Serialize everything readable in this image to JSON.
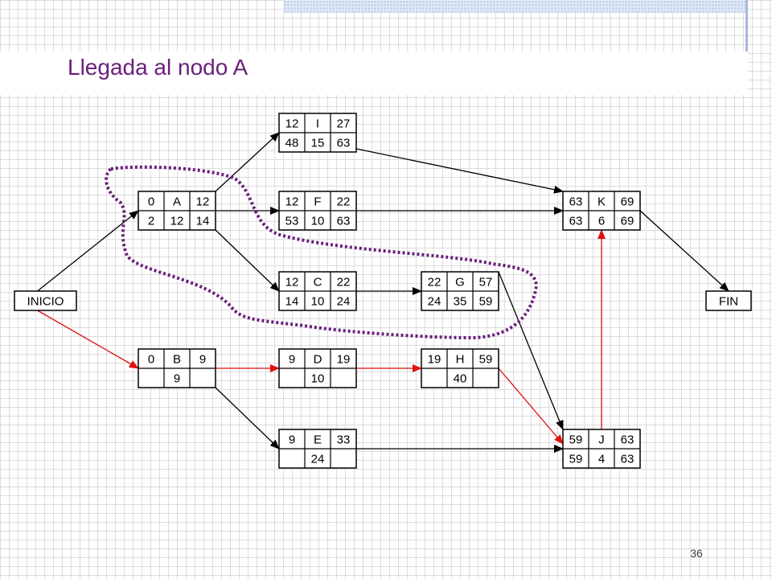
{
  "slide": {
    "title": "Llegada al nodo A",
    "page_number": "36"
  },
  "colors": {
    "title": "#6b1f7b",
    "highlight_loop": "#6b1f7b",
    "critical_arrow": "#e01010",
    "normal_arrow": "#000000"
  },
  "nodes": [
    {
      "id": "INICIO",
      "label": "INICIO"
    },
    {
      "id": "FIN",
      "label": "FIN"
    },
    {
      "id": "A",
      "label": "A",
      "es": "0",
      "ef": "12",
      "ls": "2",
      "dur": "12",
      "lf": "14"
    },
    {
      "id": "B",
      "label": "B",
      "es": "0",
      "ef": "9",
      "ls": "",
      "dur": "9",
      "lf": ""
    },
    {
      "id": "I",
      "label": "I",
      "es": "12",
      "ef": "27",
      "ls": "48",
      "dur": "15",
      "lf": "63"
    },
    {
      "id": "F",
      "label": "F",
      "es": "12",
      "ef": "22",
      "ls": "53",
      "dur": "10",
      "lf": "63"
    },
    {
      "id": "C",
      "label": "C",
      "es": "12",
      "ef": "22",
      "ls": "14",
      "dur": "10",
      "lf": "24"
    },
    {
      "id": "D",
      "label": "D",
      "es": "9",
      "ef": "19",
      "ls": "",
      "dur": "10",
      "lf": ""
    },
    {
      "id": "E",
      "label": "E",
      "es": "9",
      "ef": "33",
      "ls": "",
      "dur": "24",
      "lf": ""
    },
    {
      "id": "G",
      "label": "G",
      "es": "22",
      "ef": "57",
      "ls": "24",
      "dur": "35",
      "lf": "59"
    },
    {
      "id": "H",
      "label": "H",
      "es": "19",
      "ef": "59",
      "ls": "",
      "dur": "40",
      "lf": ""
    },
    {
      "id": "K",
      "label": "K",
      "es": "63",
      "ef": "69",
      "ls": "63",
      "dur": "6",
      "lf": "69"
    },
    {
      "id": "J",
      "label": "J",
      "es": "59",
      "ef": "63",
      "ls": "59",
      "dur": "4",
      "lf": "63"
    }
  ],
  "edges": [
    {
      "from": "INICIO",
      "to": "A",
      "critical": false
    },
    {
      "from": "INICIO",
      "to": "B",
      "critical": true
    },
    {
      "from": "A",
      "to": "I",
      "critical": false
    },
    {
      "from": "A",
      "to": "F",
      "critical": false
    },
    {
      "from": "A",
      "to": "C",
      "critical": false
    },
    {
      "from": "B",
      "to": "D",
      "critical": true
    },
    {
      "from": "B",
      "to": "E",
      "critical": false
    },
    {
      "from": "I",
      "to": "K",
      "critical": false
    },
    {
      "from": "F",
      "to": "K",
      "critical": false
    },
    {
      "from": "C",
      "to": "G",
      "critical": false
    },
    {
      "from": "D",
      "to": "H",
      "critical": true
    },
    {
      "from": "G",
      "to": "J",
      "critical": false
    },
    {
      "from": "H",
      "to": "J",
      "critical": true
    },
    {
      "from": "E",
      "to": "J",
      "critical": false
    },
    {
      "from": "J",
      "to": "K",
      "critical": true
    },
    {
      "from": "K",
      "to": "FIN",
      "critical": false
    }
  ]
}
